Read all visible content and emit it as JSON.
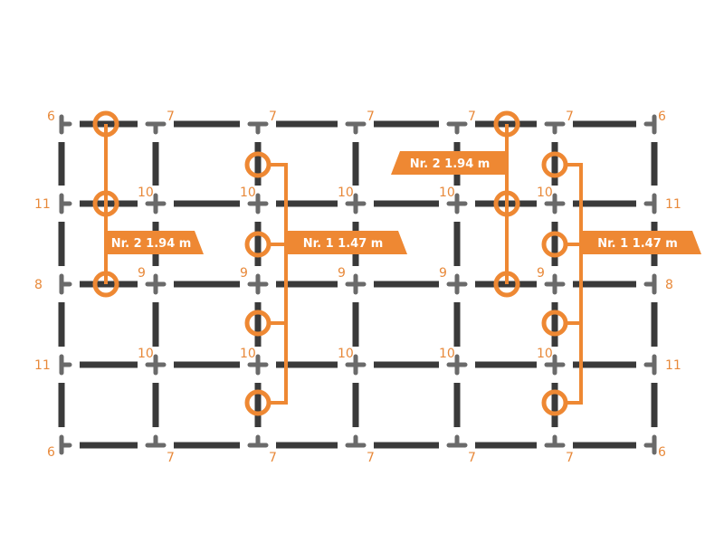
{
  "colors": {
    "accent": "#ee8833",
    "grid": "#3a3a3a",
    "connector": "#6a6a6a",
    "number": "#e8893a"
  },
  "node_numbers": {
    "corner": "6",
    "edge_top_bottom": "7",
    "edge_side_upper": "11",
    "edge_side_middle": "8",
    "inner_cross": "10",
    "inner_tee": "9"
  },
  "bars": [
    {
      "name": "Nr. 2",
      "length": "1.94 m"
    },
    {
      "name": "Nr. 1",
      "length": "1.47 m"
    },
    {
      "name": "Nr. 2",
      "length": "1.94 m"
    },
    {
      "name": "Nr. 1",
      "length": "1.47 m"
    }
  ]
}
